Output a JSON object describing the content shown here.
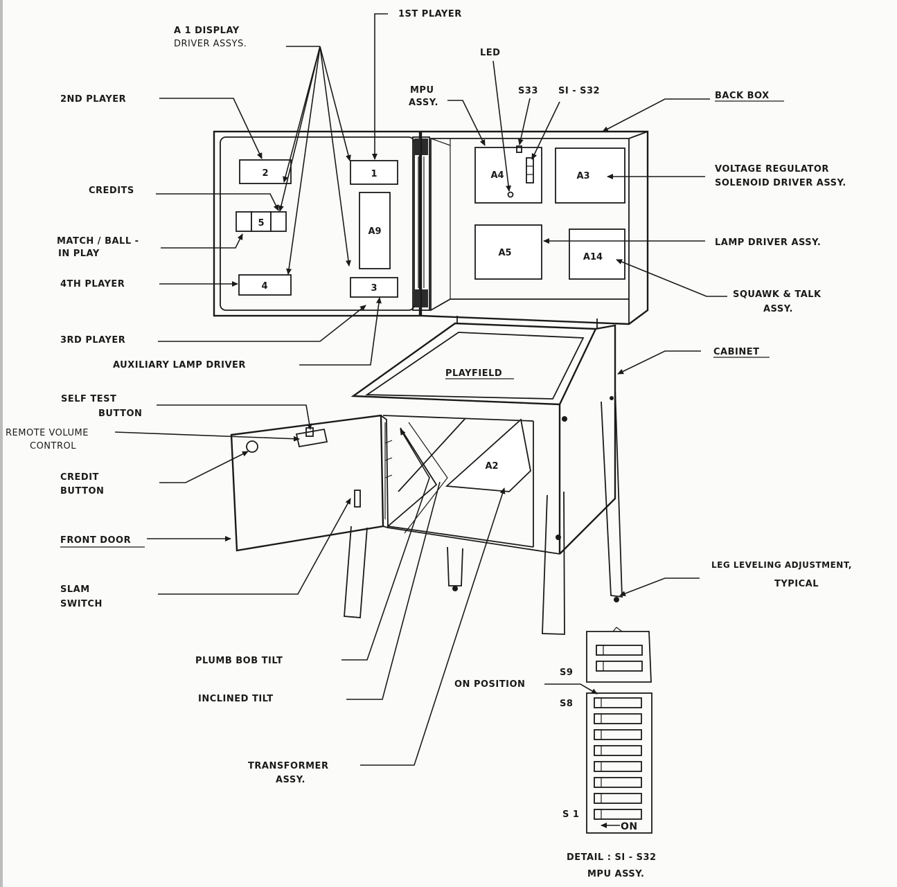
{
  "labels": {
    "first_player": "1ST  PLAYER",
    "a1_display_l1": "A 1  DISPLAY",
    "a1_display_l2": "DRIVER    ASSYS.",
    "led": "LED",
    "mpu_l1": "MPU",
    "mpu_l2": "ASSY.",
    "s33": "S33",
    "s1_s32": "SI - S32",
    "back_box": "BACK  BOX",
    "second_player": "2ND  PLAYER",
    "voltage_l1": "VOLTAGE  REGULATOR",
    "voltage_l2": "SOLENOID  DRIVER  ASSY.",
    "credits": "CREDITS",
    "match_l1": "MATCH / BALL -",
    "match_l2": "IN  PLAY",
    "lamp_driver": "LAMP  DRIVER  ASSY.",
    "fourth_player": "4TH  PLAYER",
    "squawk_l1": "SQUAWK  &  TALK",
    "squawk_l2": "ASSY.",
    "third_player": "3RD  PLAYER",
    "aux_lamp": "AUXILIARY  LAMP  DRIVER",
    "cabinet": "CABINET",
    "playfield": "PLAYFIELD",
    "self_test_l1": "SELF   TEST",
    "self_test_l2": "BUTTON",
    "remote_l1": "REMOTE  VOLUME",
    "remote_l2": "CONTROL",
    "credit_l1": "CREDIT",
    "credit_l2": "BUTTON",
    "front_door": "FRONT  DOOR",
    "slam_l1": "SLAM",
    "slam_l2": "SWITCH",
    "leg_l1": "LEG  LEVELING  ADJUSTMENT,",
    "leg_l2": "TYPICAL",
    "plumb": "PLUMB  BOB   TILT",
    "inclined": "INCLINED   TILT",
    "on_position": "ON  POSITION",
    "transformer_l1": "TRANSFORMER",
    "transformer_l2": "ASSY.",
    "s9": "S9",
    "s8": "S8",
    "s1": "S 1",
    "on": "ON",
    "detail_l1": "DETAIL :  SI - S32",
    "detail_l2": "MPU  ASSY."
  },
  "boxes": {
    "b1": "1",
    "b2": "2",
    "b3": "3",
    "b4": "4",
    "b5": "5",
    "a9": "A9",
    "a4": "A4",
    "a3": "A3",
    "a5": "A5",
    "a14": "A14",
    "a2": "A2"
  }
}
